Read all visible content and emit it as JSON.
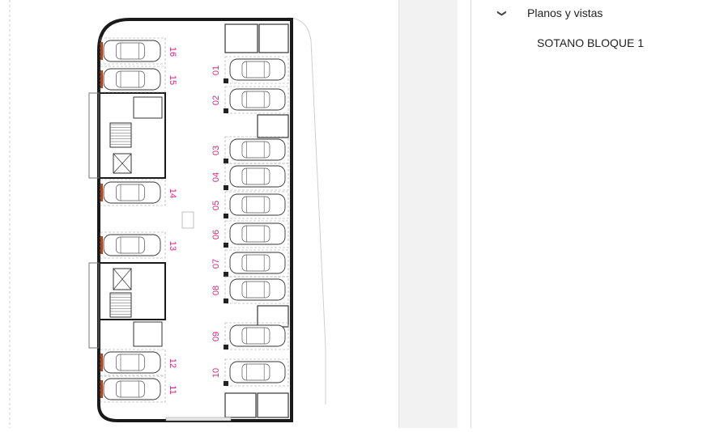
{
  "sidebar": {
    "tree": {
      "group_label": "Planos y vistas",
      "expand_icon": "chevron-down-icon",
      "items": [
        {
          "label": "SOTANO BLOQUE 1"
        }
      ]
    }
  },
  "plan": {
    "sheet_name": "SOTANO BLOQUE 1",
    "left_spaces": [
      "16",
      "15",
      "14",
      "13",
      "12",
      "11"
    ],
    "right_spaces": [
      "01",
      "02",
      "03",
      "04",
      "05",
      "06",
      "07",
      "08",
      "09",
      "10"
    ],
    "space_number_color": "#d6287a",
    "wall_color": "#1a1a1a"
  }
}
